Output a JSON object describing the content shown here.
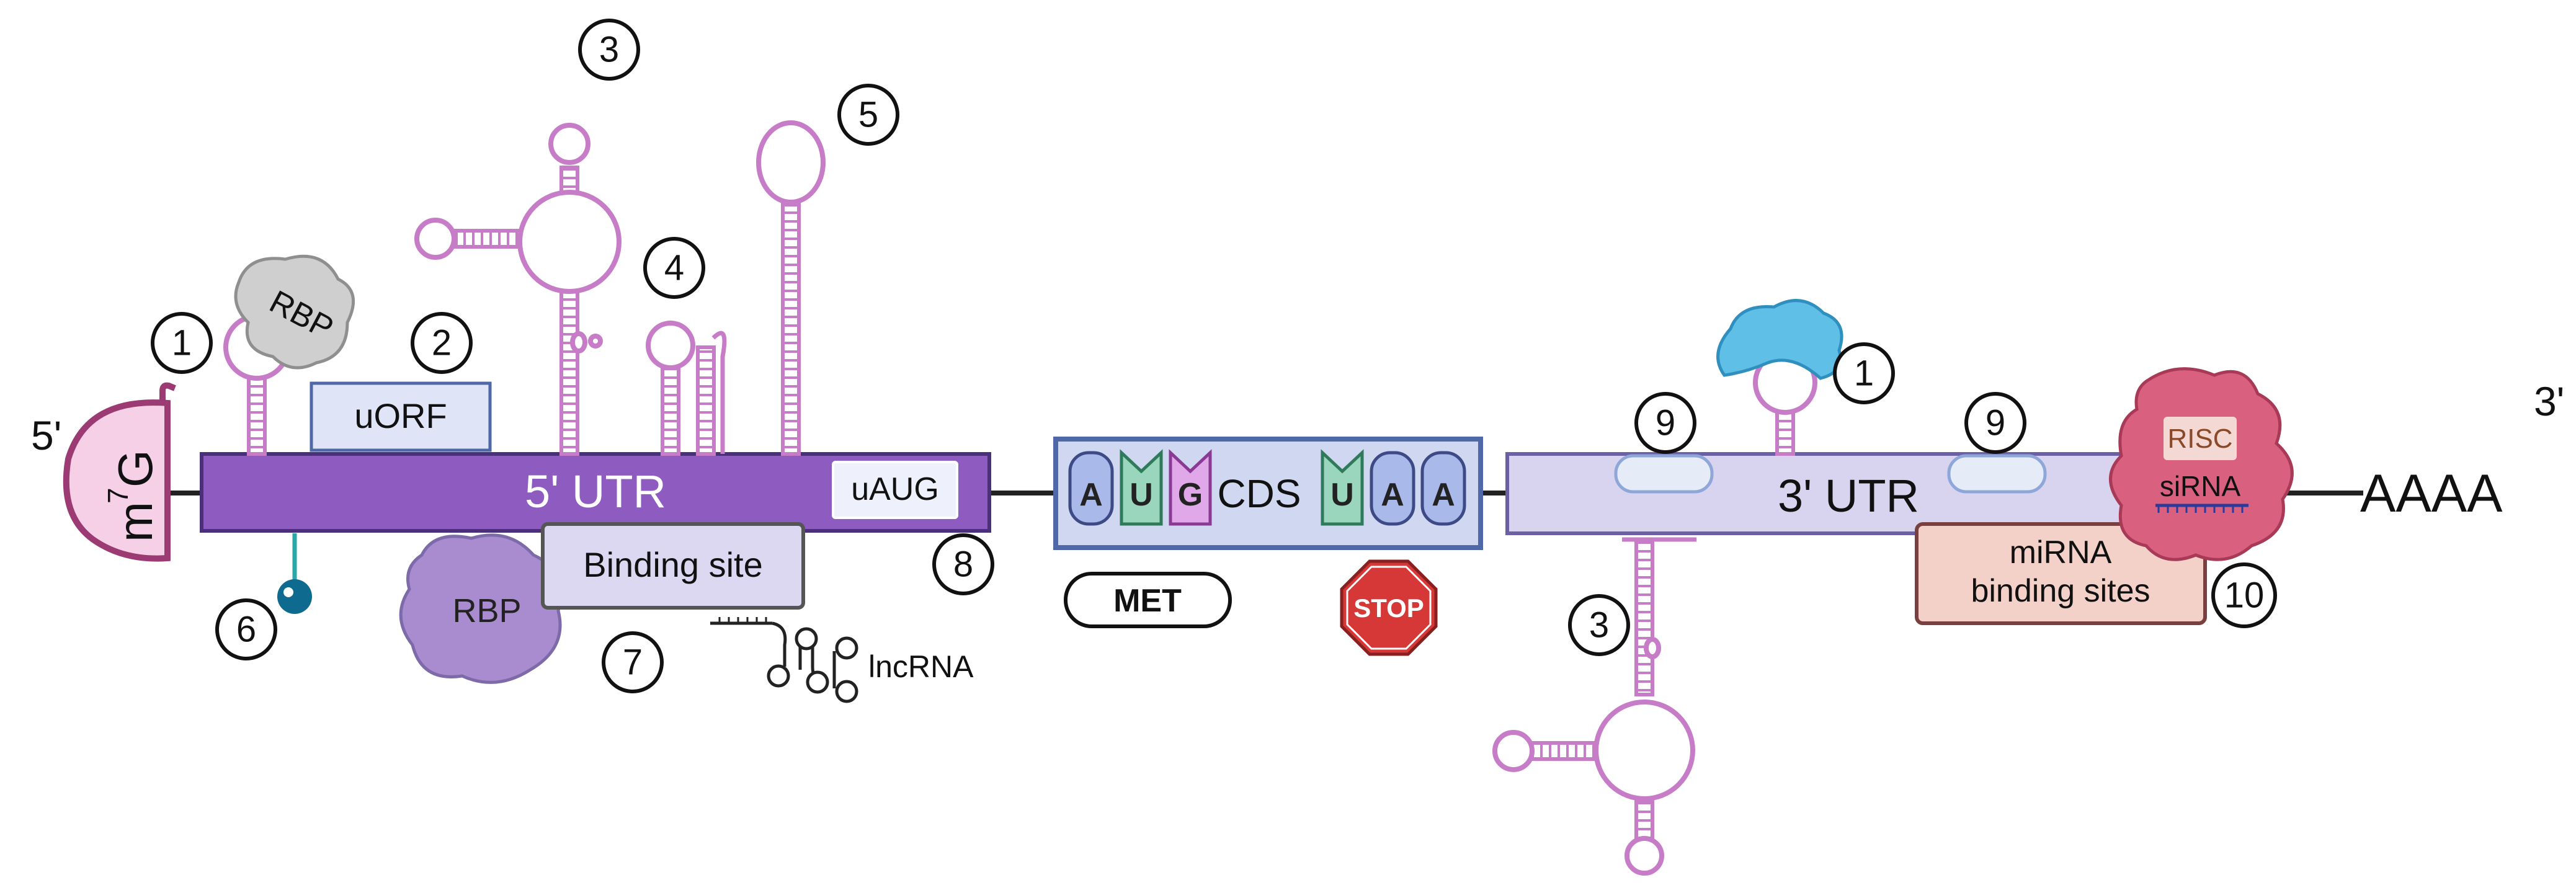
{
  "colors": {
    "utr5": "#8e5bc0",
    "utr3": "#d8d4ef",
    "cds_box": "#cfd8f0",
    "stemloop": "#c77cc7",
    "cap": "#9b3a73",
    "rbp_grey": "#c8c8c8",
    "rbp_blue": "#5fbfe6",
    "rbp_purple": "#a98ccf",
    "risc": "#d9607f",
    "stop": "#d63838",
    "codon_A": "#a9b9ea",
    "codon_U": "#9ad6bd",
    "codon_G": "#e0a8e8"
  },
  "labels": {
    "five_prime": "5'",
    "three_prime": "3'",
    "cap_m": "m",
    "cap_sup": "7",
    "cap_g": "G",
    "utr5": "5' UTR",
    "utr3": "3' UTR",
    "uorf": "uORF",
    "uaug": "uAUG",
    "binding_site": "Binding site",
    "rbp_top": "RBP",
    "rbp_bottom": "RBP",
    "lncrna": "lncRNA",
    "cds": "CDS",
    "met": "MET",
    "stop": "STOP",
    "risc": "RISC",
    "sirna": "siRNA",
    "mirna_line1": "miRNA",
    "mirna_line2": "binding sites",
    "polya": "AAAA"
  },
  "codons": {
    "start": [
      "A",
      "U",
      "G"
    ],
    "end": [
      "U",
      "A",
      "A"
    ]
  },
  "markers": {
    "m1a": "1",
    "m2": "2",
    "m3a": "3",
    "m4": "4",
    "m5": "5",
    "m6": "6",
    "m7": "7",
    "m8": "8",
    "m9a": "9",
    "m1b": "1",
    "m9b": "9",
    "m3b": "3",
    "m10": "10"
  }
}
